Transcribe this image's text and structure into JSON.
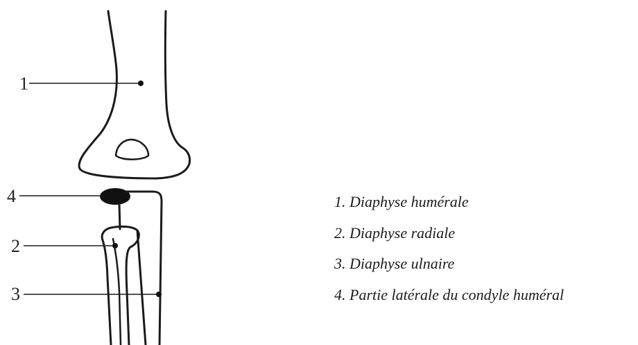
{
  "diagram": {
    "callouts": [
      {
        "number": "1"
      },
      {
        "number": "2"
      },
      {
        "number": "3"
      },
      {
        "number": "4"
      }
    ]
  },
  "legend": {
    "items": [
      {
        "text": "1. Diaphyse humérale"
      },
      {
        "text": "2. Diaphyse radiale"
      },
      {
        "text": "3. Diaphyse ulnaire"
      },
      {
        "text": "4. Partie latérale du condyle huméral"
      }
    ]
  }
}
